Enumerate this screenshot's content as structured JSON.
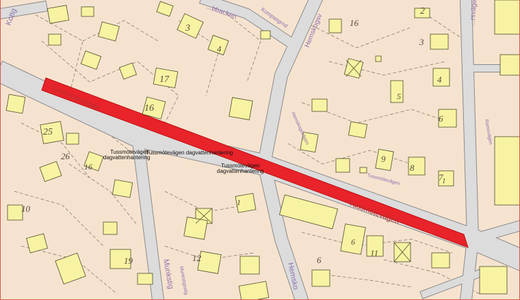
{
  "colors": {
    "land": "#f6e3cf",
    "road": "#dcdcdc",
    "road_edge": "#8a8a8a",
    "building": "#f8f3a2",
    "building_edge": "#4a4a2a",
    "highlight": "#e8232a",
    "frame": "#d9534f",
    "street_label": "#8b6fb0"
  },
  "highlight": {
    "name": "Tussmötevägen",
    "label": "Tussmötevägen"
  },
  "streets": {
    "top_left": "Kottg",
    "top_center": "...bbacken",
    "top_center2": "Kompasgrnd",
    "hemskogsv": "Hemskogsv",
    "top_right": "...rsvägen",
    "mid_center": "Hemskogsvägen",
    "right_edge": "Ramsvägen",
    "mid_right_small": "Tussmötevägen",
    "bottom_left_vert": "Munkstig",
    "bottom_left_small": "Munkstigsstig",
    "bottom_center_vert": "Hemsko"
  },
  "callouts": [
    {
      "id": "a",
      "lines": [
        "Tussmötevägen",
        "dagvattenhantering"
      ]
    },
    {
      "id": "b",
      "lines": [
        "Tussmötevägen dagvattenhantering"
      ]
    },
    {
      "id": "c",
      "lines": [
        "Tussmötevägen",
        "dagvattenhantering"
      ]
    }
  ],
  "numbers": {
    "n2_top": "2",
    "n3": "3",
    "n3_right": "3",
    "n4": "4",
    "n4_right": "4",
    "n6": "6",
    "n6_right": "6",
    "n7": "7",
    "n8": "8",
    "n9": "9",
    "n10": "10",
    "n11": "11",
    "n12": "12",
    "n16_top": "16",
    "n16_mid": "16",
    "n16_left": "16",
    "n17": "17",
    "n19": "19",
    "n25": "25",
    "n26": "26",
    "n6_bottom": "6",
    "n1_mid": "1",
    "n1_right": "1",
    "n5": "5"
  }
}
